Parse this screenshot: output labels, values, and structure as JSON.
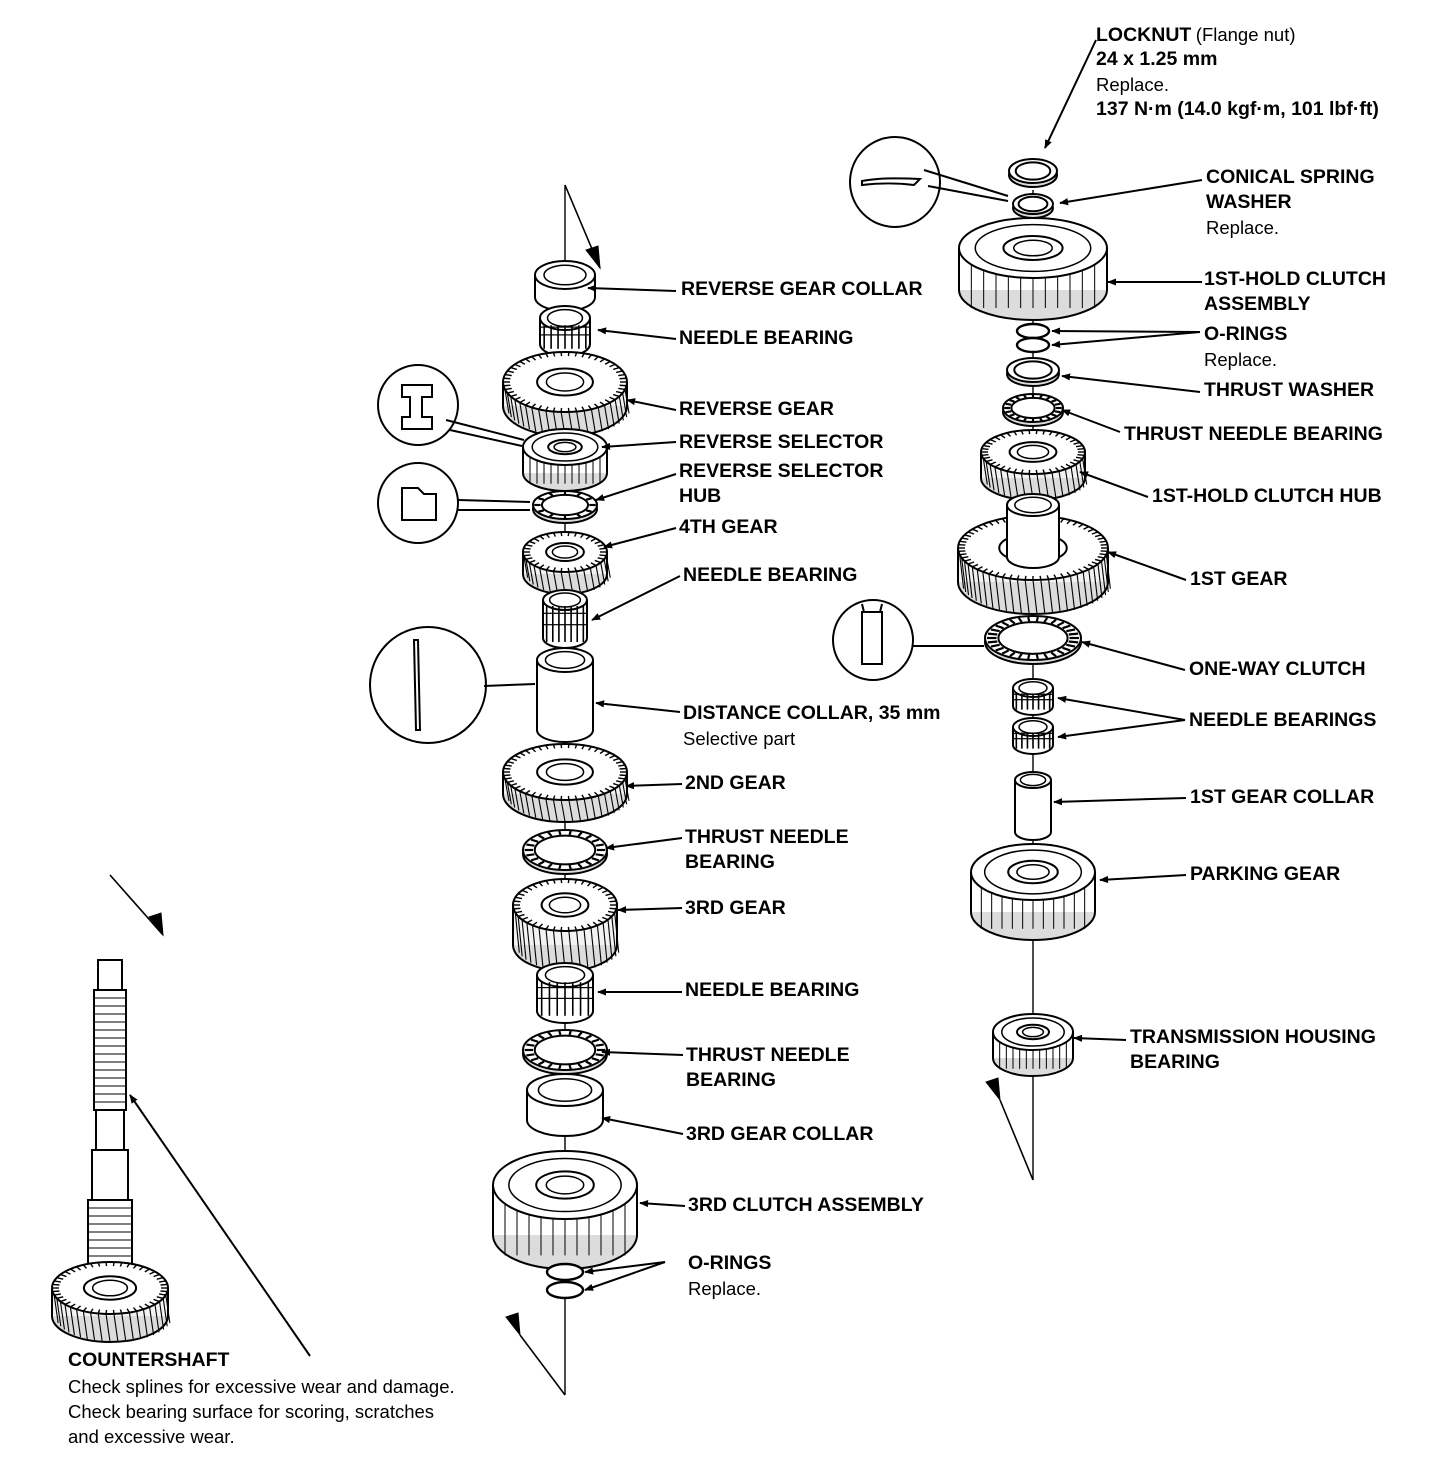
{
  "colors": {
    "ink": "#000000",
    "paper": "#ffffff",
    "gear_fill": "#f2f2f2",
    "shadow": "#dcdcdc"
  },
  "labels": {
    "reverse_gear_collar": "REVERSE GEAR COLLAR",
    "needle_bearing_1": "NEEDLE BEARING",
    "reverse_gear": "REVERSE GEAR",
    "reverse_selector": "REVERSE SELECTOR",
    "reverse_selector_hub_1": "REVERSE SELECTOR",
    "reverse_selector_hub_2": "HUB",
    "gear_4th": "4TH GEAR",
    "needle_bearing_2": "NEEDLE BEARING",
    "distance_collar": "DISTANCE COLLAR, 35 mm",
    "distance_collar_note": "Selective part",
    "gear_2nd": "2ND GEAR",
    "thrust_needle_bearing_1a": "THRUST NEEDLE",
    "thrust_needle_bearing_1b": "BEARING",
    "gear_3rd": "3RD GEAR",
    "needle_bearing_3": "NEEDLE BEARING",
    "thrust_needle_bearing_2a": "THRUST NEEDLE",
    "thrust_needle_bearing_2b": "BEARING",
    "gear_collar_3rd": "3RD GEAR COLLAR",
    "clutch_assembly_3rd": "3RD CLUTCH ASSEMBLY",
    "o_rings_left": "O-RINGS",
    "o_rings_left_note": "Replace.",
    "countershaft": "COUNTERSHAFT",
    "countershaft_note_1": "Check splines for excessive wear and damage.",
    "countershaft_note_2": "Check bearing surface for scoring, scratches",
    "countershaft_note_3": "and excessive wear.",
    "locknut": "LOCKNUT",
    "locknut_type": "(Flange nut)",
    "locknut_size": "24 x 1.25 mm",
    "locknut_note": "Replace.",
    "locknut_torque": "137 N·m (14.0 kgf·m, 101 lbf·ft)",
    "conical_spring_washer_1": "CONICAL SPRING",
    "conical_spring_washer_2": "WASHER",
    "conical_spring_washer_note": "Replace.",
    "hold_clutch_assembly_1": "1ST-HOLD CLUTCH",
    "hold_clutch_assembly_2": "ASSEMBLY",
    "o_rings_right": "O-RINGS",
    "o_rings_right_note": "Replace.",
    "thrust_washer": "THRUST WASHER",
    "thrust_needle_bearing_right": "THRUST NEEDLE BEARING",
    "hold_clutch_hub": "1ST-HOLD CLUTCH HUB",
    "gear_1st": "1ST GEAR",
    "one_way_clutch": "ONE-WAY CLUTCH",
    "needle_bearings": "NEEDLE BEARINGS",
    "gear_collar_1st": "1ST GEAR COLLAR",
    "parking_gear": "PARKING GEAR",
    "transmission_housing_bearing_1": "TRANSMISSION HOUSING",
    "transmission_housing_bearing_2": "BEARING"
  }
}
